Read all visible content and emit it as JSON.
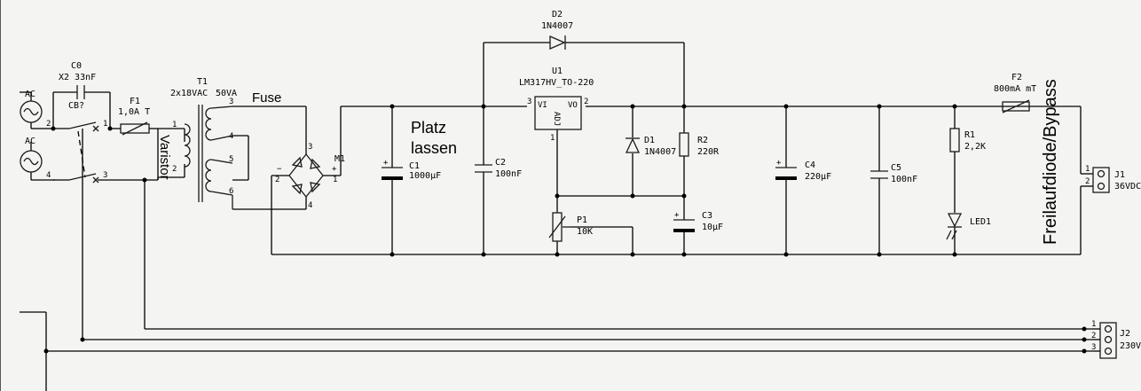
{
  "labels": {
    "ac_top": "AC",
    "ac_bottom": "AC",
    "c0_ref": "C0",
    "c0_val": "X2 33nF",
    "cb_ref": "CB?",
    "f1_ref": "F1",
    "f1_val": "1,0A T",
    "varistor": "Varistor",
    "t1_ref": "T1",
    "t1_val": "2x18VAC",
    "t1_va": "50VA",
    "fuse_note": "Fuse",
    "m1_ref": "M1",
    "c1_ref": "C1",
    "c1_val": "1000µF",
    "platz_1": "Platz",
    "platz_2": "lassen",
    "c2_ref": "C2",
    "c2_val": "100nF",
    "d2_ref": "D2",
    "d2_val": "1N4007",
    "u1_ref": "U1",
    "u1_val": "LM317HV_TO-220",
    "u1_vi": "VI",
    "u1_vo": "VO",
    "u1_adj": "ADJ",
    "d1_ref": "D1",
    "d1_val": "1N4007",
    "r2_ref": "R2",
    "r2_val": "220R",
    "p1_ref": "P1",
    "p1_val": "10K",
    "c3_ref": "C3",
    "c3_val": "10µF",
    "c4_ref": "C4",
    "c4_val": "220µF",
    "c5_ref": "C5",
    "c5_val": "100nF",
    "r1_ref": "R1",
    "r1_val": "2,2K",
    "led_ref": "LED1",
    "f2_ref": "F2",
    "f2_val": "800mA mT",
    "freilauf": "Freilaufdiode/Bypass",
    "j1_ref": "J1",
    "j1_val": "36VDC",
    "j2_ref": "J2",
    "j2_val": "230V"
  },
  "pins": {
    "sw_2": "2",
    "sw_1": "1",
    "sw_4": "4",
    "sw_3": "3",
    "t1_p1": "1",
    "t1_p2": "2",
    "t1_s3": "3",
    "t1_s4": "4",
    "t1_s5": "5",
    "t1_s6": "6",
    "br_3": "3",
    "br_2": "2",
    "br_1": "1",
    "br_4": "4",
    "br_minus": "−",
    "br_plus": "+",
    "u1_2": "2",
    "u1_3": "3",
    "u1_1": "1",
    "j1_1": "1",
    "j1_2": "2",
    "j2_1": "1",
    "j2_2": "2",
    "j2_3": "3"
  }
}
